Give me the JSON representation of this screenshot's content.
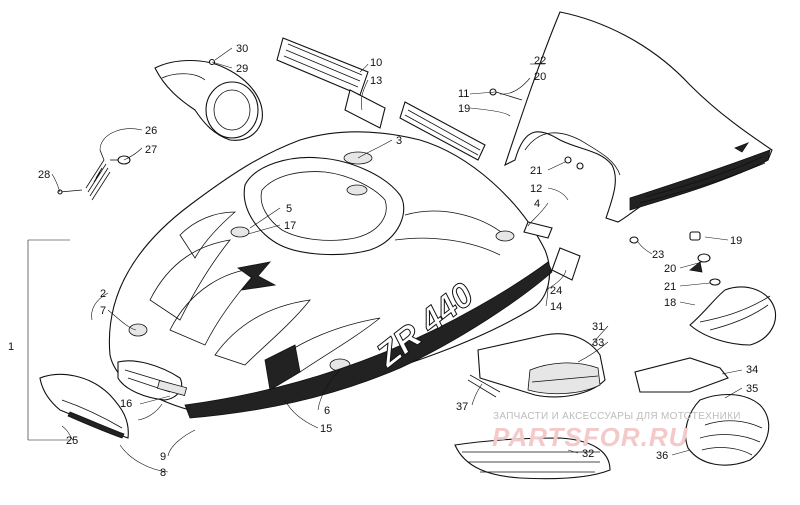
{
  "diagram": {
    "hood_decal_text": "ZR 440",
    "callouts": {
      "n1": "1",
      "n2": "2",
      "n3": "3",
      "n4": "4",
      "n5": "5",
      "n6": "6",
      "n7": "7",
      "n8": "8",
      "n9": "9",
      "n10": "10",
      "n11": "11",
      "n12": "12",
      "n13": "13",
      "n14": "14",
      "n15": "15",
      "n16": "16",
      "n17": "17",
      "n18": "18",
      "n19a": "19",
      "n19b": "19",
      "n20a": "20",
      "n20b": "20",
      "n21a": "21",
      "n21b": "21",
      "n22": "22",
      "n23": "23",
      "n24": "24",
      "n25": "25",
      "n26": "26",
      "n27": "27",
      "n28": "28",
      "n29": "29",
      "n30": "30",
      "n31": "31",
      "n32": "32",
      "n33": "33",
      "n34": "34",
      "n35": "35",
      "n36": "36",
      "n37": "37"
    }
  },
  "watermark": {
    "caption": "ЗАПЧАСТИ И АКСЕССУАРЫ ДЛЯ МОТОТЕХНИКИ",
    "brand": "PARTSFOR.RU",
    "brand_color": "#f4c9c9"
  }
}
